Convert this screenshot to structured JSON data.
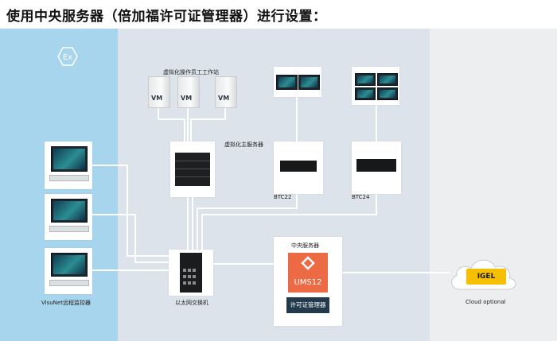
{
  "title": "使用中央服务器（倍加福许可证管理器）进行设置：",
  "colors": {
    "left_zone": "#a7d5ee",
    "mid_zone": "#dde3ea",
    "right_zone": "#eceef0",
    "wire": "#ffffff",
    "ums": "#ec6a44",
    "license": "#233a4d",
    "igel": "#f6c000"
  },
  "ex_icon": "ex-hazard-icon",
  "workstation": {
    "label": "虚拟化操作员工工作站",
    "vms": [
      "VM",
      "VM",
      "VM"
    ]
  },
  "host_server": {
    "label": "虚拟化主服务器"
  },
  "btc22": {
    "label": "BTC22"
  },
  "btc24": {
    "label": "BTC24"
  },
  "visunet": {
    "label": "VisuNet远程监控器"
  },
  "switch": {
    "label": "以太网交换机"
  },
  "central_server": {
    "label": "中央服务器",
    "ums_text": "UMS12",
    "license_label": "许可证管理器"
  },
  "cloud": {
    "label": "Cloud optional",
    "igel_text": "IGEL"
  }
}
